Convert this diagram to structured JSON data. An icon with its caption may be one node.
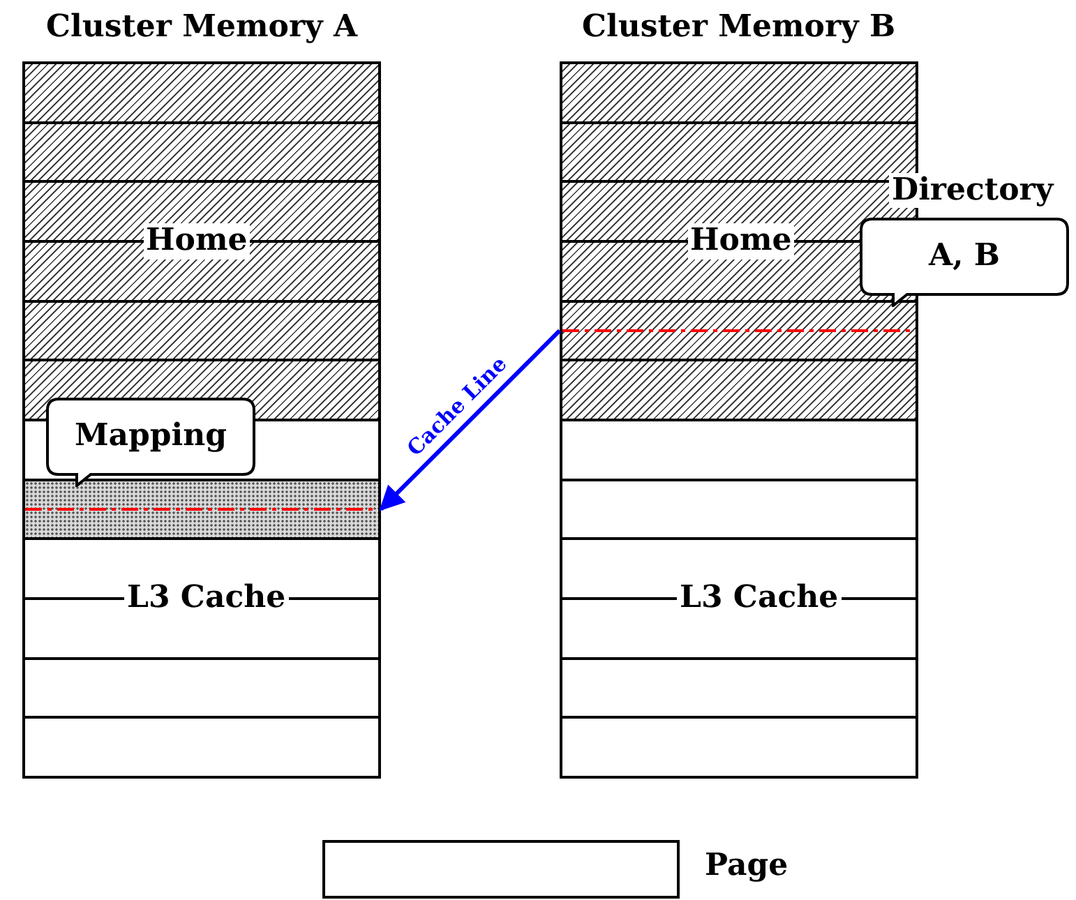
{
  "diagram": {
    "nodes": [
      {
        "text": [
          "Cluster Memory A"
        ]
      },
      {
        "text": [],
        "shape": "box",
        "in": 0
      },
      {
        "text": [],
        "shape": "box",
        "in": 0
      },
      {
        "text": [],
        "shape": "box",
        "in": 0
      },
      {
        "text": [],
        "shape": "box",
        "in": 0
      },
      {
        "text": [],
        "shape": "box",
        "in": 0
      },
      {
        "text": [],
        "shape": "box",
        "in": 0
      },
      {
        "text": [],
        "shape": "box",
        "in": 0
      },
      {
        "text": [],
        "shape": "box",
        "in": 0
      },
      {
        "text": [],
        "shape": "box",
        "in": 0
      },
      {
        "text": [],
        "shape": "box",
        "in": 0
      },
      {
        "text": [],
        "shape": "box",
        "in": 0
      },
      {
        "text": [],
        "shape": "box",
        "in": 0
      },
      {
        "text": [
          "Cluster Memory B"
        ]
      },
      {
        "text": [],
        "shape": "box",
        "in": 13
      },
      {
        "text": [],
        "shape": "box",
        "in": 13
      },
      {
        "text": [],
        "shape": "box",
        "in": 13
      },
      {
        "text": [],
        "shape": "box",
        "in": 13
      },
      {
        "text": [],
        "shape": "box",
        "in": 13
      },
      {
        "text": [],
        "shape": "box",
        "in": 13
      },
      {
        "text": [],
        "shape": "box",
        "in": 13
      },
      {
        "text": [],
        "shape": "box",
        "in": 13
      },
      {
        "text": [],
        "shape": "box",
        "in": 13
      },
      {
        "text": [],
        "shape": "box",
        "in": 13
      },
      {
        "text": [],
        "shape": "box",
        "in": 13
      },
      {
        "text": [],
        "shape": "box",
        "in": 13
      },
      {
        "text": [
          "Mapping"
        ],
        "in": 0
      },
      {
        "text": [
          "A, B"
        ]
      }
    ],
    "edges": [
      {
        "from": 18,
        "to": 8,
        "arrow": "to",
        "label": "Cache Line",
        "color": "#0000ff"
      }
    ],
    "labels": [
      "Home",
      "L3 Cache",
      "Home",
      "L3 Cache",
      "Directory"
    ],
    "legend": [
      {
        "text": "Page"
      }
    ]
  }
}
